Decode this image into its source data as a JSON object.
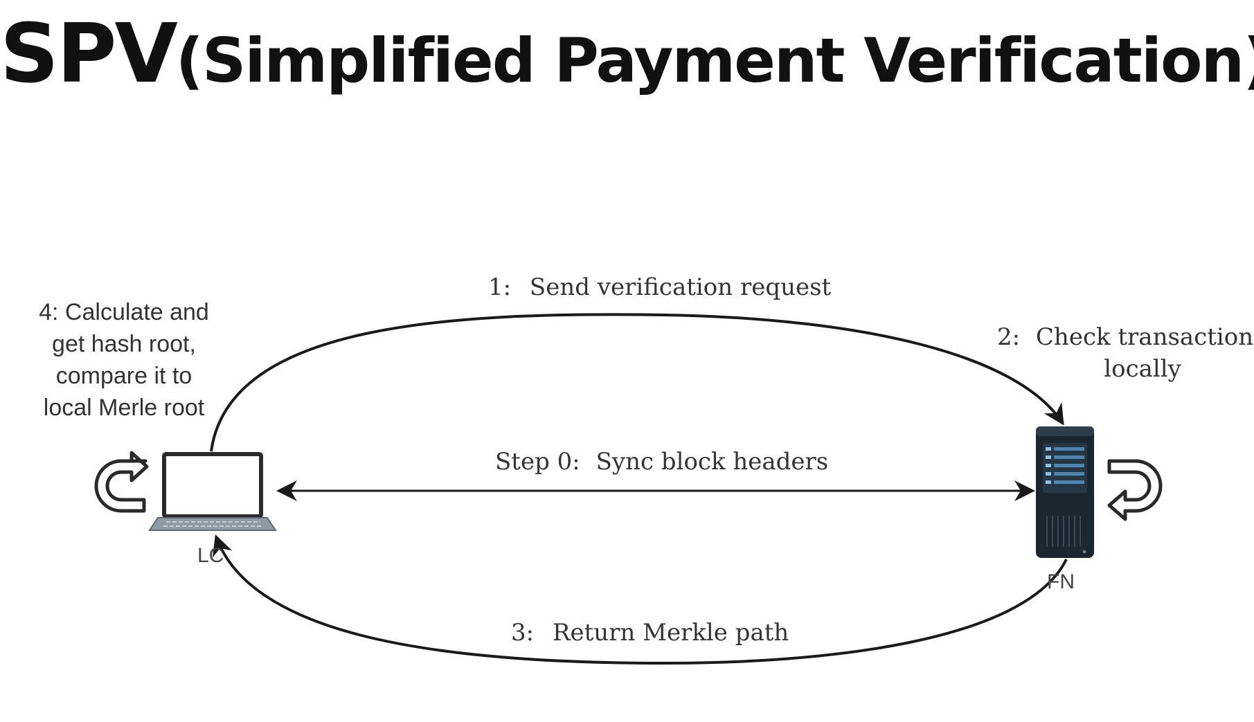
{
  "title": {
    "main": "SPV",
    "sub": "(Simplified Payment Verification)"
  },
  "nodes": {
    "light_client": {
      "label": "LC",
      "icon": "laptop-icon"
    },
    "full_node": {
      "label": "FN",
      "icon": "server-icon"
    }
  },
  "steps": {
    "step0": {
      "number": "Step 0:",
      "text": "Sync block headers"
    },
    "step1": {
      "number": "1:",
      "text": "Send verification request"
    },
    "step2": {
      "number": "2:",
      "line1": "Check transaction",
      "line2": "locally"
    },
    "step3": {
      "number": "3:",
      "text": "Return Merkle path"
    },
    "step4": {
      "line1": "4: Calculate and",
      "line2": "get hash root,",
      "line3": "compare it to",
      "line4": "local Merle root"
    }
  },
  "colors": {
    "arrow": "#1a1a1a",
    "laptop": "#2a2a2a",
    "laptop_keyboard": "#8e9aa5",
    "server_body": "#1b2630",
    "server_screen": "#4d86b0"
  }
}
